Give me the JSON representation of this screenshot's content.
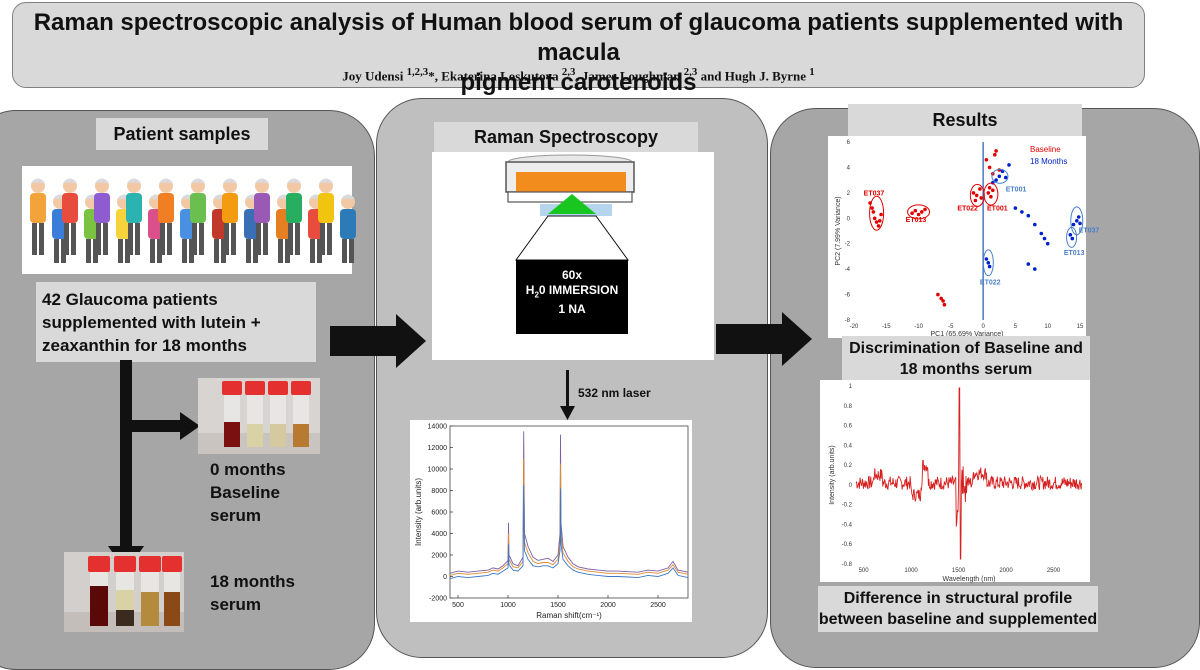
{
  "header": {
    "title_line1": "Raman spectroscopic analysis of Human blood serum of glaucoma patients supplemented with macula",
    "title_line2": "pigment carotenoids",
    "authors_prefix": "Joy Udensi ",
    "sup1": "1,2,3",
    "authors_mid1": "*, Ekaterina Loskutova ",
    "sup2": "2,3",
    "authors_mid2": ", James Loughman ",
    "sup3": "2,3",
    "authors_mid3": " and Hugh J. Byrne ",
    "sup4": "1"
  },
  "left_panel": {
    "heading": "Patient samples",
    "patients_text_line1": "42 Glaucoma patients",
    "patients_text_line2": "supplemented with lutein +",
    "patients_text_line3": "zeaxanthin for 18 months",
    "baseline_line1": "0 months",
    "baseline_line2": "Baseline",
    "baseline_line3": "serum",
    "months18_line1": "18 months",
    "months18_line2": "serum"
  },
  "middle_panel": {
    "heading": "Raman Spectroscopy",
    "objective_line1": "60x",
    "objective_line2_a": "H",
    "objective_line2_sub": "2",
    "objective_line2_b": "0 IMMERSION",
    "objective_line3": "1 NA",
    "laser_label": "532 nm laser"
  },
  "right_panel": {
    "heading": "Results",
    "pca_caption_line1": "Discrimination of Baseline and",
    "pca_caption_line2": "18 months serum",
    "diff_caption_line1": "Difference in structural profile",
    "diff_caption_line2": "between baseline and supplemented"
  },
  "colors": {
    "baseline": "#e00000",
    "months18": "#0022cc",
    "ellipse_blue": "#4a7fc8",
    "panel_dark": "#a6a6a6",
    "panel_light": "#bfbfbf",
    "label_bg": "#d9d9d9"
  },
  "chart_data": [
    {
      "type": "line",
      "xlabel": "Raman shift(cm⁻¹)",
      "ylabel": "Intensity (arb.units)",
      "xlim": [
        420,
        2800
      ],
      "ylim": [
        -2000,
        14000
      ],
      "x_ticks": [
        "500",
        "1000",
        "1500",
        "2000",
        "2500"
      ],
      "y_ticks": [
        "-2000",
        "0",
        "2000",
        "4000",
        "6000",
        "8000",
        "10000",
        "12000",
        "14000"
      ],
      "series": [
        {
          "values_x": [
            420,
            500,
            600,
            700,
            800,
            850,
            900,
            950,
            1000,
            1005,
            1010,
            1050,
            1100,
            1150,
            1157,
            1165,
            1200,
            1250,
            1300,
            1350,
            1400,
            1450,
            1500,
            1520,
            1525,
            1530,
            1550,
            1600,
            1650,
            1700,
            1800,
            1900,
            2000,
            2100,
            2200,
            2300,
            2400,
            2500,
            2600,
            2650,
            2700,
            2800
          ],
          "values_y": [
            300,
            500,
            400,
            500,
            600,
            800,
            700,
            1000,
            1500,
            5000,
            2000,
            1200,
            1000,
            1800,
            13500,
            4000,
            2800,
            1800,
            1500,
            1600,
            1700,
            1400,
            2000,
            4000,
            13200,
            5000,
            2800,
            1800,
            1200,
            900,
            700,
            600,
            500,
            500,
            450,
            400,
            600,
            500,
            800,
            1400,
            600,
            400
          ]
        },
        {
          "values_x": [
            420,
            500,
            600,
            700,
            800,
            850,
            900,
            950,
            1000,
            1005,
            1010,
            1050,
            1100,
            1150,
            1157,
            1165,
            1200,
            1250,
            1300,
            1350,
            1400,
            1450,
            1500,
            1520,
            1525,
            1530,
            1550,
            1600,
            1650,
            1700,
            1800,
            1900,
            2000,
            2100,
            2200,
            2300,
            2400,
            2500,
            2600,
            2650,
            2700,
            2800
          ],
          "values_y": [
            100,
            300,
            200,
            300,
            400,
            600,
            500,
            800,
            1200,
            4000,
            1600,
            900,
            800,
            1400,
            11000,
            3200,
            2200,
            1400,
            1200,
            1300,
            1300,
            1100,
            1600,
            3200,
            10500,
            4000,
            2200,
            1400,
            900,
            700,
            500,
            400,
            300,
            300,
            250,
            200,
            400,
            300,
            600,
            1100,
            400,
            200
          ]
        },
        {
          "values_x": [
            420,
            500,
            600,
            700,
            800,
            850,
            900,
            950,
            1000,
            1005,
            1010,
            1050,
            1100,
            1150,
            1157,
            1165,
            1200,
            1250,
            1300,
            1350,
            1400,
            1450,
            1500,
            1520,
            1525,
            1530,
            1550,
            1600,
            1650,
            1700,
            1800,
            1900,
            2000,
            2100,
            2200,
            2300,
            2400,
            2500,
            2600,
            2650,
            2700,
            2800
          ],
          "values_y": [
            -200,
            0,
            -100,
            0,
            100,
            300,
            200,
            500,
            800,
            3000,
            1100,
            600,
            500,
            1000,
            8500,
            2400,
            1600,
            1000,
            900,
            1000,
            1000,
            800,
            1200,
            2400,
            8200,
            3000,
            1600,
            1000,
            600,
            400,
            200,
            100,
            0,
            0,
            -50,
            -100,
            100,
            0,
            300,
            800,
            100,
            -100
          ]
        }
      ]
    },
    {
      "type": "scatter",
      "xlabel": "PC1 (65.69% Variance)",
      "ylabel": "PC2 (7.99% Variance)",
      "xlim": [
        -20,
        15
      ],
      "ylim": [
        -8,
        6
      ],
      "x_ticks": [
        "-20",
        "-15",
        "-10",
        "-5",
        "0",
        "5",
        "10",
        "15"
      ],
      "y_ticks": [
        "6",
        "4",
        "2",
        "0",
        "-2",
        "-4",
        "-6",
        "-8"
      ],
      "legend": [
        "Baseline",
        "18 Months"
      ],
      "legend_position": "top-right",
      "series": [
        {
          "name": "Baseline",
          "x": [
            -17.5,
            -17,
            -16.8,
            -16.5,
            -16.2,
            -16,
            -15.8,
            -17.2,
            -11,
            -10.5,
            -10,
            -9.5,
            -9,
            -1.5,
            -1,
            -0.5,
            -0.3,
            -1.2,
            0.8,
            1,
            1.2,
            1.5,
            2,
            1.8,
            0.5,
            1,
            1.5,
            2.5,
            -7,
            -6.5,
            -6,
            -6.2
          ],
          "y": [
            1.2,
            0.5,
            0,
            -0.3,
            -0.6,
            -0.2,
            0.3,
            0.8,
            0.4,
            0.6,
            0.3,
            0.5,
            0.7,
            2,
            1.8,
            2.3,
            1.6,
            1.4,
            2,
            2.4,
            1.7,
            2.2,
            5.3,
            5,
            4.6,
            4,
            3.5,
            3.8,
            -6,
            -6.3,
            -6.8,
            -6.5
          ]
        },
        {
          "name": "18 Months",
          "x": [
            2,
            2.5,
            3,
            3.5,
            1.5,
            4,
            5,
            6,
            7,
            8,
            9,
            9.5,
            10,
            14,
            14.5,
            15,
            14.8,
            13.5,
            13.8,
            0.5,
            0.8,
            1,
            7,
            8
          ],
          "y": [
            3,
            3.3,
            3.7,
            3.2,
            2.8,
            4.2,
            0.8,
            0.5,
            0.2,
            -0.5,
            -1.2,
            -1.6,
            -2,
            -0.5,
            -0.2,
            -0.4,
            0.1,
            -1.3,
            -1.6,
            -3.2,
            -3.5,
            -3.8,
            -3.6,
            -4
          ]
        }
      ],
      "annotations": [
        "ET037",
        "ET013",
        "ET022",
        "ET001",
        "ET001",
        "ET037",
        "ET013",
        "ET022"
      ]
    },
    {
      "type": "line",
      "xlabel": "Wavelength (nm)",
      "ylabel": "Intensity (arb.units)",
      "xlim": [
        420,
        2800
      ],
      "ylim": [
        -0.8,
        1
      ],
      "x_ticks": [
        "500",
        "1000",
        "1500",
        "2000",
        "2500"
      ],
      "y_ticks": [
        "1",
        "0.8",
        "0.6",
        "0.4",
        "0.2",
        "0",
        "-0.2",
        "-0.4",
        "-0.6",
        "-0.8"
      ]
    }
  ]
}
